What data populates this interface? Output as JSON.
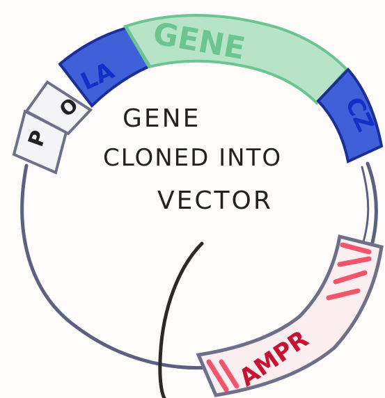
{
  "diagram": {
    "caption": [
      "GENE",
      "CLONED INTO",
      "VECTOR"
    ],
    "segments": [
      {
        "id": "p",
        "label": "P",
        "fill": "#f4f4f6",
        "stroke": "#6e7088",
        "text_color": "#222222"
      },
      {
        "id": "o",
        "label": "O",
        "fill": "#f4f4f6",
        "stroke": "#6e7088",
        "text_color": "#222222"
      },
      {
        "id": "la",
        "label": "LA",
        "fill": "#2f52d6",
        "stroke": "#1b2f96",
        "text_color": "#1230c8"
      },
      {
        "id": "gene",
        "label": "GENE",
        "fill": "#9fdcb6",
        "stroke": "#6cc590",
        "text_color": "#6cc590"
      },
      {
        "id": "cz",
        "label": "CZ",
        "fill": "#2f52d6",
        "stroke": "#1b2f96",
        "text_color": "#1230c8"
      },
      {
        "id": "ampr",
        "label": "AMPR",
        "fill": "#ee3a55",
        "stroke": "#6e7088",
        "text_color": "#c41333"
      }
    ],
    "colors": {
      "backbone": "#5d6080",
      "outline": "#6e7088",
      "tail": "#2a2a2a",
      "ink": "#222222"
    }
  }
}
